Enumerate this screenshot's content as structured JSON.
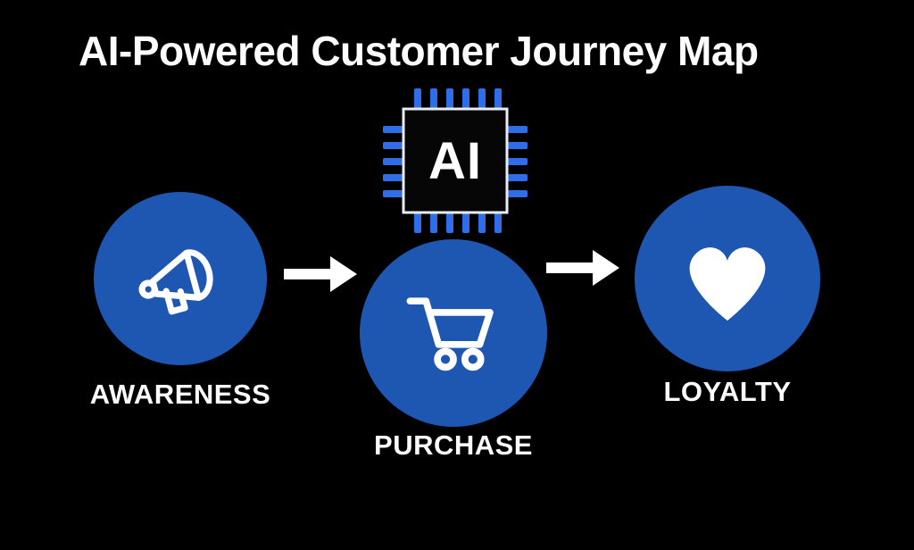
{
  "title": "AI-Powered Customer Journey Map",
  "chip": {
    "label": "AI",
    "icon": "ai-chip-icon"
  },
  "stages": [
    {
      "label": "AWARENESS",
      "icon": "megaphone-icon"
    },
    {
      "label": "PURCHASE",
      "icon": "shopping-cart-icon"
    },
    {
      "label": "LOYALTY",
      "icon": "heart-icon"
    }
  ],
  "arrows": [
    {
      "icon": "arrow-right-icon",
      "from": "AWARENESS",
      "to": "PURCHASE"
    },
    {
      "icon": "arrow-right-icon",
      "from": "PURCHASE",
      "to": "LOYALTY"
    }
  ],
  "colors": {
    "background": "#000000",
    "circle_blue": "#1d57b2",
    "chip_pin_blue": "#2f6ee8",
    "text_white": "#ffffff"
  }
}
